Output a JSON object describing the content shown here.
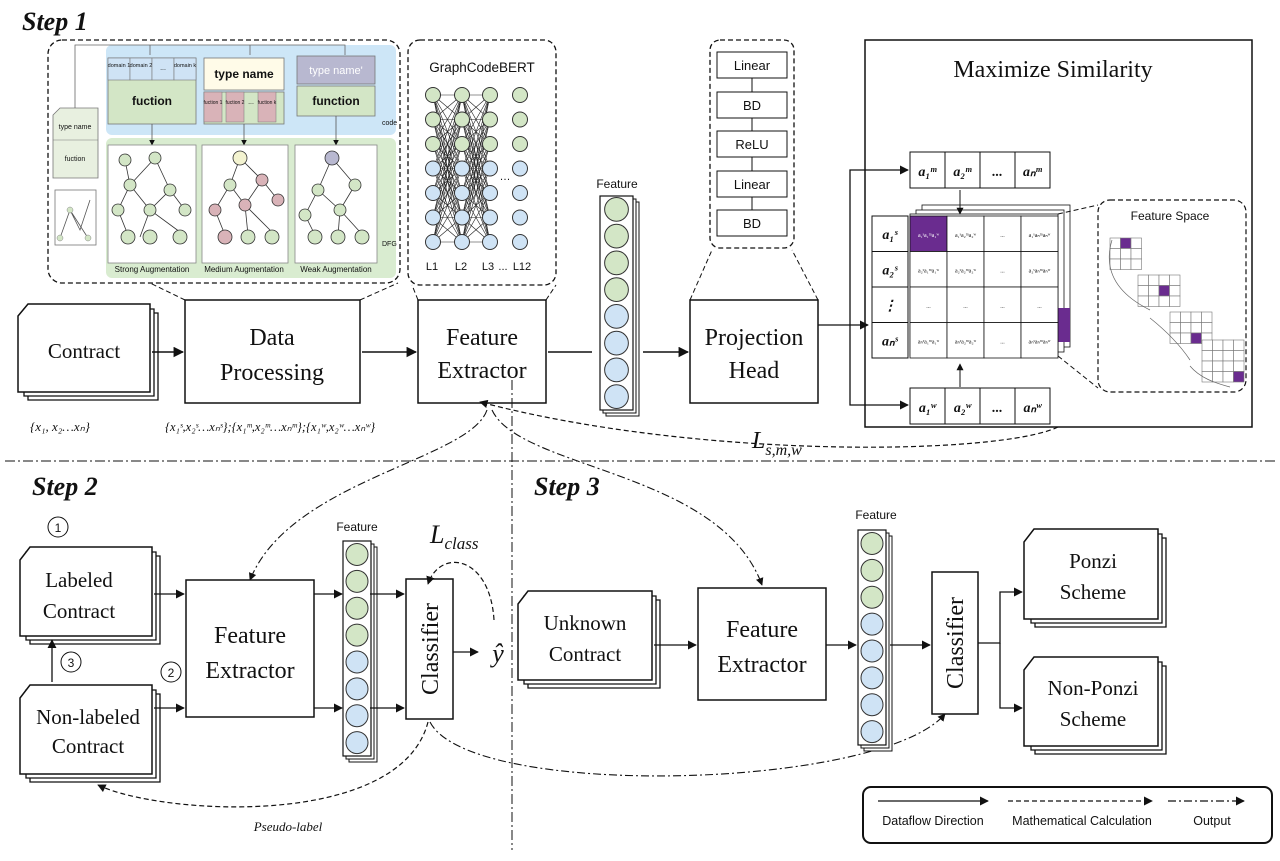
{
  "steps": {
    "step1": "Step 1",
    "step2": "Step 2",
    "step3": "Step 3"
  },
  "pipeline": {
    "contract": "Contract",
    "data_processing": [
      "Data",
      "Processing"
    ],
    "feature_extractor": [
      "Feature",
      "Extractor"
    ],
    "feature": "Feature",
    "projection_head": [
      "Projection",
      "Head"
    ],
    "input_set": "{x₁, x₂…xₙ}",
    "aug_sets": "{x₁ˢ,x₂ˢ…xₙˢ};{x₁ᵐ,x₂ᵐ…xₙᵐ};{x₁ʷ,x₂ʷ…xₙʷ}",
    "loss_smw": "L",
    "loss_smw_sub": "s,m,w"
  },
  "augmentation": {
    "domains": [
      "domain 1",
      "domain 2",
      "...",
      "domain k"
    ],
    "fuction": "fuction",
    "function": "function",
    "type_name": "type name",
    "type_name_prime": "type name'",
    "fuction_parts": [
      "fuction 1",
      "fuction 2",
      "...",
      "fuction k"
    ],
    "side_type_name": "type name",
    "side_fuction": "fuction",
    "code_tag": "code",
    "dfg_tag": "DFG",
    "strong": "Strong Augmentation",
    "medium": "Medium Augmentation",
    "weak": "Weak Augmentation"
  },
  "encoder": {
    "title": "GraphCodeBERT",
    "layers": [
      "L1",
      "L2",
      "L3",
      "...",
      "L12"
    ]
  },
  "projection": {
    "layers": [
      "Linear",
      "BD",
      "ReLU",
      "Linear",
      "BD"
    ]
  },
  "similarity": {
    "title": "Maximize Similarity",
    "top_row": [
      "a₁ᵐ",
      "a₂ᵐ",
      "...",
      "aₙᵐ"
    ],
    "bottom_row": [
      "a₁ʷ",
      "a₂ʷ",
      "...",
      "aₙʷ"
    ],
    "left_col": [
      "a₁ˢ",
      "a₂ˢ",
      "⋮",
      "aₙˢ"
    ],
    "matrix_rows": [
      [
        "a₁ˢa₁ᵐa₁ʷ",
        "a₁ˢa₂ᵐa₂ʷ",
        "...",
        "a₁ˢaₙᵐaₙʷ"
      ],
      [
        "a₂ˢa₁ᵐa₁ʷ",
        "a₂ˢa₂ᵐa₂ʷ",
        "...",
        "a₂ˢaₙᵐaₙʷ"
      ],
      [
        "...",
        "...",
        "...",
        "..."
      ],
      [
        "aₙˢa₁ᵐa₁ʷ",
        "aₙˢa₂ᵐa₂ʷ",
        "...",
        "aₙˢaₙᵐaₙʷ"
      ]
    ],
    "feature_space": "Feature Space"
  },
  "step2": {
    "labeled": [
      "Labeled",
      "Contract"
    ],
    "non_labeled": [
      "Non-labeled",
      "Contract"
    ],
    "markers": [
      "1",
      "2",
      "3"
    ],
    "feature_extractor": [
      "Feature",
      "Extractor"
    ],
    "feature": "Feature",
    "classifier": "Classifier",
    "loss_class": "L",
    "loss_class_sub": "class",
    "y_hat": "ŷ",
    "pseudo_label": "Pseudo-label"
  },
  "step3": {
    "unknown": [
      "Unknown",
      "Contract"
    ],
    "feature_extractor": [
      "Feature",
      "Extractor"
    ],
    "feature": "Feature",
    "classifier": "Classifier",
    "ponzi": [
      "Ponzi",
      "Scheme"
    ],
    "non_ponzi": [
      "Non-Ponzi",
      "Scheme"
    ]
  },
  "legend": {
    "dataflow": "Dataflow Direction",
    "math": "Mathematical Calculation",
    "output": "Output"
  },
  "colors": {
    "blue_fill": "#cfe3f5",
    "green_fill": "#d3e6c6",
    "purple": "#6a2c8f",
    "code_panel": "#cde6f7",
    "dfg_panel": "#d9ecd0",
    "pink_node": "#d9b3b8"
  }
}
